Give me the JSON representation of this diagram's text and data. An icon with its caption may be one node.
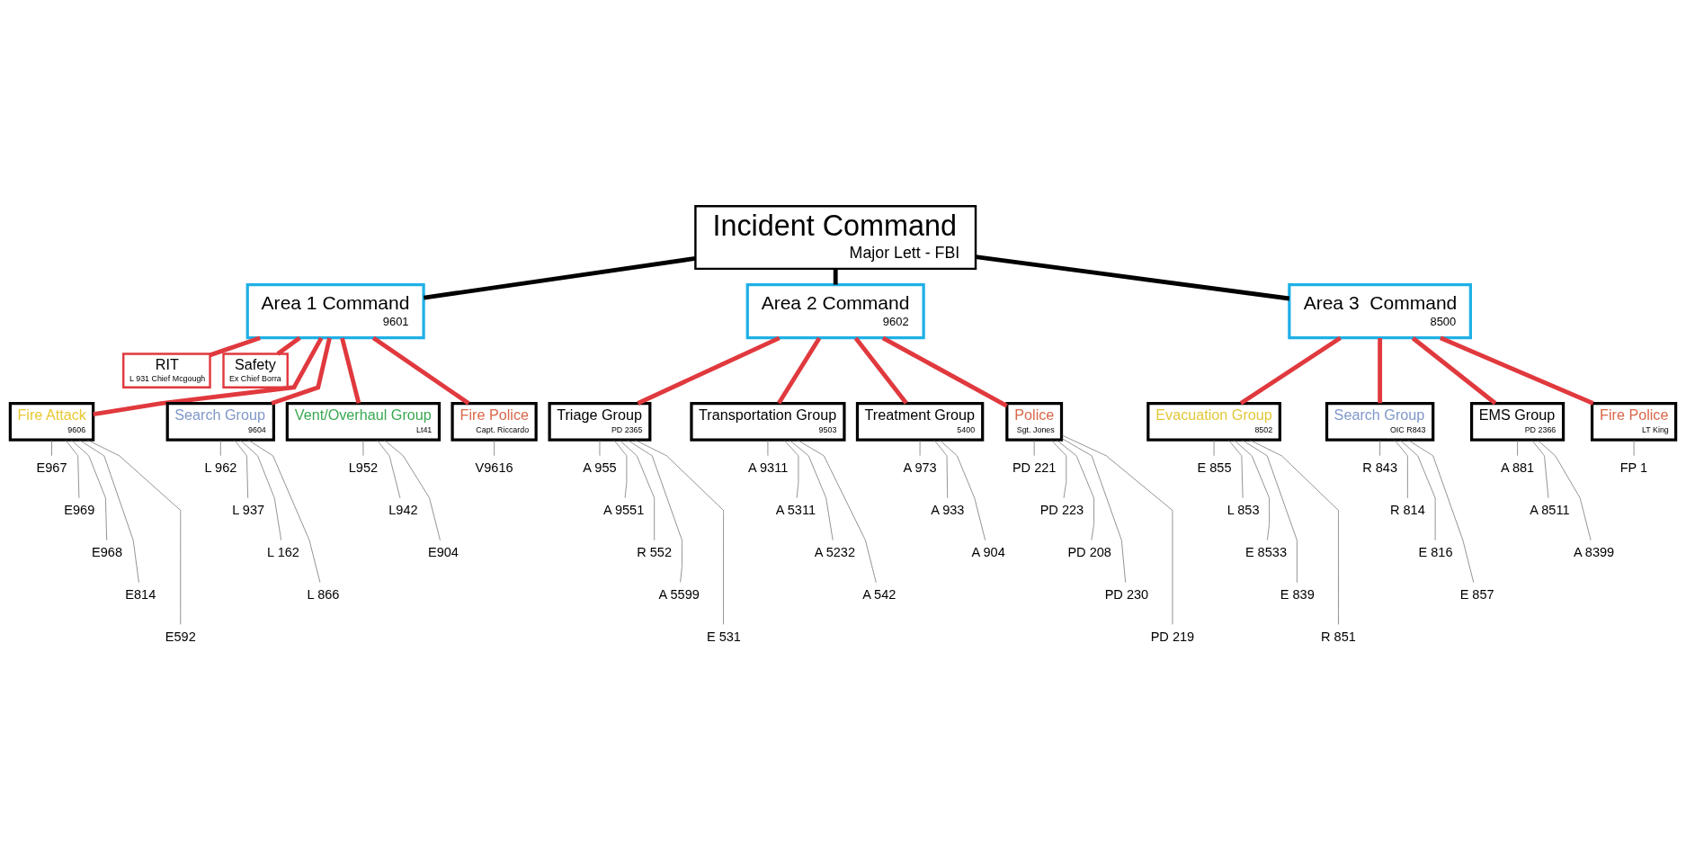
{
  "diagram": {
    "nodes": [
      {
        "text": [
          "Incident Command",
          "Major Lett - FBI"
        ]
      },
      {
        "text": [
          "Area 1 Command",
          "9601"
        ]
      },
      {
        "text": [
          "Area 2 Command",
          "9602"
        ]
      },
      {
        "text": [
          "Area 3  Command",
          "8500"
        ]
      },
      {
        "text": [
          "RIT",
          "L 931 Chief Mcgough"
        ]
      },
      {
        "text": [
          "Safety",
          "Ex Chief Borra"
        ]
      },
      {
        "text": [
          "Fire Attack",
          "9606"
        ]
      },
      {
        "text": [
          "Search Group",
          "9604"
        ]
      },
      {
        "text": [
          "Vent/Overhaul Group",
          "Lt41"
        ]
      },
      {
        "text": [
          "Fire Police",
          "Capt. Riccardo"
        ]
      },
      {
        "text": [
          "E967"
        ]
      },
      {
        "text": [
          "E969"
        ]
      },
      {
        "text": [
          "E968"
        ]
      },
      {
        "text": [
          "E814"
        ]
      },
      {
        "text": [
          "E592"
        ]
      },
      {
        "text": [
          "L 962"
        ]
      },
      {
        "text": [
          "L 937"
        ]
      },
      {
        "text": [
          "L 162"
        ]
      },
      {
        "text": [
          "L 866"
        ]
      },
      {
        "text": [
          "L952"
        ]
      },
      {
        "text": [
          "L942"
        ]
      },
      {
        "text": [
          "E904"
        ]
      },
      {
        "text": [
          "V9616"
        ]
      },
      {
        "text": [
          "Triage Group",
          "PD 2365"
        ]
      },
      {
        "text": [
          "Transportation Group",
          "9503"
        ]
      },
      {
        "text": [
          "Treatment Group",
          "5400"
        ]
      },
      {
        "text": [
          "Police",
          "Sgt. Jones"
        ]
      },
      {
        "text": [
          "A 955"
        ]
      },
      {
        "text": [
          "A 9551"
        ]
      },
      {
        "text": [
          "R 552"
        ]
      },
      {
        "text": [
          "A 5599"
        ]
      },
      {
        "text": [
          "E 531"
        ]
      },
      {
        "text": [
          "A 9311"
        ]
      },
      {
        "text": [
          "A 5311"
        ]
      },
      {
        "text": [
          "A 5232"
        ]
      },
      {
        "text": [
          "A 542"
        ]
      },
      {
        "text": [
          "A 973"
        ]
      },
      {
        "text": [
          "A 933"
        ]
      },
      {
        "text": [
          "A 904"
        ]
      },
      {
        "text": [
          "PD 221"
        ]
      },
      {
        "text": [
          "PD 223"
        ]
      },
      {
        "text": [
          "PD 208"
        ]
      },
      {
        "text": [
          "PD 230"
        ]
      },
      {
        "text": [
          "PD 219"
        ]
      },
      {
        "text": [
          "Evacuation Group",
          "8502"
        ]
      },
      {
        "text": [
          "Search Group",
          "OIC R843"
        ]
      },
      {
        "text": [
          "EMS Group",
          "PD 2366"
        ]
      },
      {
        "text": [
          "Fire Police",
          "LT King"
        ]
      },
      {
        "text": [
          "E 855"
        ]
      },
      {
        "text": [
          "L 853"
        ]
      },
      {
        "text": [
          "E 8533"
        ]
      },
      {
        "text": [
          "E 839"
        ]
      },
      {
        "text": [
          "R 851"
        ]
      },
      {
        "text": [
          "R 843"
        ]
      },
      {
        "text": [
          "R 814"
        ]
      },
      {
        "text": [
          "E 816"
        ]
      },
      {
        "text": [
          "E 857"
        ]
      },
      {
        "text": [
          "A 881"
        ]
      },
      {
        "text": [
          "A 8511"
        ]
      },
      {
        "text": [
          "A 8399"
        ]
      },
      {
        "text": [
          "FP 1"
        ]
      }
    ],
    "edges": [
      {
        "from": 0,
        "to": 1,
        "arrow": "none",
        "style": "thick",
        "color": "#000000"
      },
      {
        "from": 0,
        "to": 2,
        "arrow": "none",
        "style": "thick",
        "color": "#000000"
      },
      {
        "from": 0,
        "to": 3,
        "arrow": "none",
        "style": "thick",
        "color": "#000000"
      },
      {
        "from": 1,
        "to": 4,
        "arrow": "none",
        "style": "thick",
        "color": "#e0393e"
      },
      {
        "from": 1,
        "to": 5,
        "arrow": "none",
        "style": "thick",
        "color": "#e0393e"
      },
      {
        "from": 1,
        "to": 6,
        "arrow": "none",
        "style": "thick",
        "color": "#e0393e"
      },
      {
        "from": 1,
        "to": 7,
        "arrow": "none",
        "style": "thick",
        "color": "#e0393e"
      },
      {
        "from": 1,
        "to": 8,
        "arrow": "none",
        "style": "thick",
        "color": "#e0393e"
      },
      {
        "from": 1,
        "to": 9,
        "arrow": "none",
        "style": "thick",
        "color": "#e0393e"
      },
      {
        "from": 6,
        "to": 10,
        "arrow": "none"
      },
      {
        "from": 6,
        "to": 11,
        "arrow": "none"
      },
      {
        "from": 6,
        "to": 12,
        "arrow": "none"
      },
      {
        "from": 6,
        "to": 13,
        "arrow": "none"
      },
      {
        "from": 6,
        "to": 14,
        "arrow": "none"
      },
      {
        "from": 7,
        "to": 15,
        "arrow": "none"
      },
      {
        "from": 7,
        "to": 16,
        "arrow": "none"
      },
      {
        "from": 7,
        "to": 17,
        "arrow": "none"
      },
      {
        "from": 7,
        "to": 18,
        "arrow": "none"
      },
      {
        "from": 8,
        "to": 19,
        "arrow": "none"
      },
      {
        "from": 8,
        "to": 20,
        "arrow": "none"
      },
      {
        "from": 8,
        "to": 21,
        "arrow": "none"
      },
      {
        "from": 9,
        "to": 22,
        "arrow": "none"
      },
      {
        "from": 2,
        "to": 23,
        "arrow": "none",
        "style": "thick",
        "color": "#e0393e"
      },
      {
        "from": 2,
        "to": 24,
        "arrow": "none",
        "style": "thick",
        "color": "#e0393e"
      },
      {
        "from": 2,
        "to": 25,
        "arrow": "none",
        "style": "thick",
        "color": "#e0393e"
      },
      {
        "from": 2,
        "to": 26,
        "arrow": "none",
        "style": "thick",
        "color": "#e0393e"
      },
      {
        "from": 23,
        "to": 27,
        "arrow": "none"
      },
      {
        "from": 23,
        "to": 28,
        "arrow": "none"
      },
      {
        "from": 23,
        "to": 29,
        "arrow": "none"
      },
      {
        "from": 23,
        "to": 30,
        "arrow": "none"
      },
      {
        "from": 23,
        "to": 31,
        "arrow": "none"
      },
      {
        "from": 24,
        "to": 32,
        "arrow": "none"
      },
      {
        "from": 24,
        "to": 33,
        "arrow": "none"
      },
      {
        "from": 24,
        "to": 34,
        "arrow": "none"
      },
      {
        "from": 24,
        "to": 35,
        "arrow": "none"
      },
      {
        "from": 25,
        "to": 36,
        "arrow": "none"
      },
      {
        "from": 25,
        "to": 37,
        "arrow": "none"
      },
      {
        "from": 25,
        "to": 38,
        "arrow": "none"
      },
      {
        "from": 26,
        "to": 39,
        "arrow": "none"
      },
      {
        "from": 26,
        "to": 40,
        "arrow": "none"
      },
      {
        "from": 26,
        "to": 41,
        "arrow": "none"
      },
      {
        "from": 26,
        "to": 42,
        "arrow": "none"
      },
      {
        "from": 26,
        "to": 43,
        "arrow": "none"
      },
      {
        "from": 3,
        "to": 44,
        "arrow": "none",
        "style": "thick",
        "color": "#e0393e"
      },
      {
        "from": 3,
        "to": 45,
        "arrow": "none",
        "style": "thick",
        "color": "#e0393e"
      },
      {
        "from": 3,
        "to": 46,
        "arrow": "none",
        "style": "thick",
        "color": "#e0393e"
      },
      {
        "from": 3,
        "to": 47,
        "arrow": "none",
        "style": "thick",
        "color": "#e0393e"
      },
      {
        "from": 44,
        "to": 48,
        "arrow": "none"
      },
      {
        "from": 44,
        "to": 49,
        "arrow": "none"
      },
      {
        "from": 44,
        "to": 50,
        "arrow": "none"
      },
      {
        "from": 44,
        "to": 51,
        "arrow": "none"
      },
      {
        "from": 44,
        "to": 52,
        "arrow": "none"
      },
      {
        "from": 45,
        "to": 53,
        "arrow": "none"
      },
      {
        "from": 45,
        "to": 54,
        "arrow": "none"
      },
      {
        "from": 45,
        "to": 55,
        "arrow": "none"
      },
      {
        "from": 45,
        "to": 56,
        "arrow": "none"
      },
      {
        "from": 46,
        "to": 57,
        "arrow": "none"
      },
      {
        "from": 46,
        "to": 58,
        "arrow": "none"
      },
      {
        "from": 46,
        "to": 59,
        "arrow": "none"
      },
      {
        "from": 47,
        "to": 60,
        "arrow": "none"
      }
    ]
  }
}
